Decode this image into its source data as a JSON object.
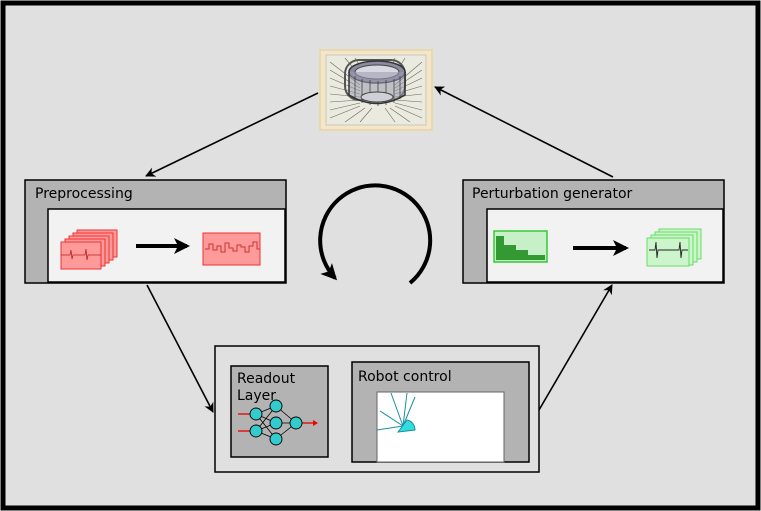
{
  "diagram": {
    "preprocessing": {
      "label": "Preprocessing"
    },
    "perturbation": {
      "label": "Perturbation generator"
    },
    "readout": {
      "line1": "Readout",
      "line2": "Layer"
    },
    "robot": {
      "label": "Robot control"
    }
  },
  "colors": {
    "background": "#e0e0e0",
    "frame": "#000000",
    "panel_header": "#b3b3b3",
    "panel_inner": "#f2f2f2",
    "preprocessing_accent": "#ff8080",
    "perturbation_accent": "#66dd66",
    "neuron": "#33cccc",
    "robot": "#33dddd",
    "chip_base": "#f5e6c8"
  }
}
